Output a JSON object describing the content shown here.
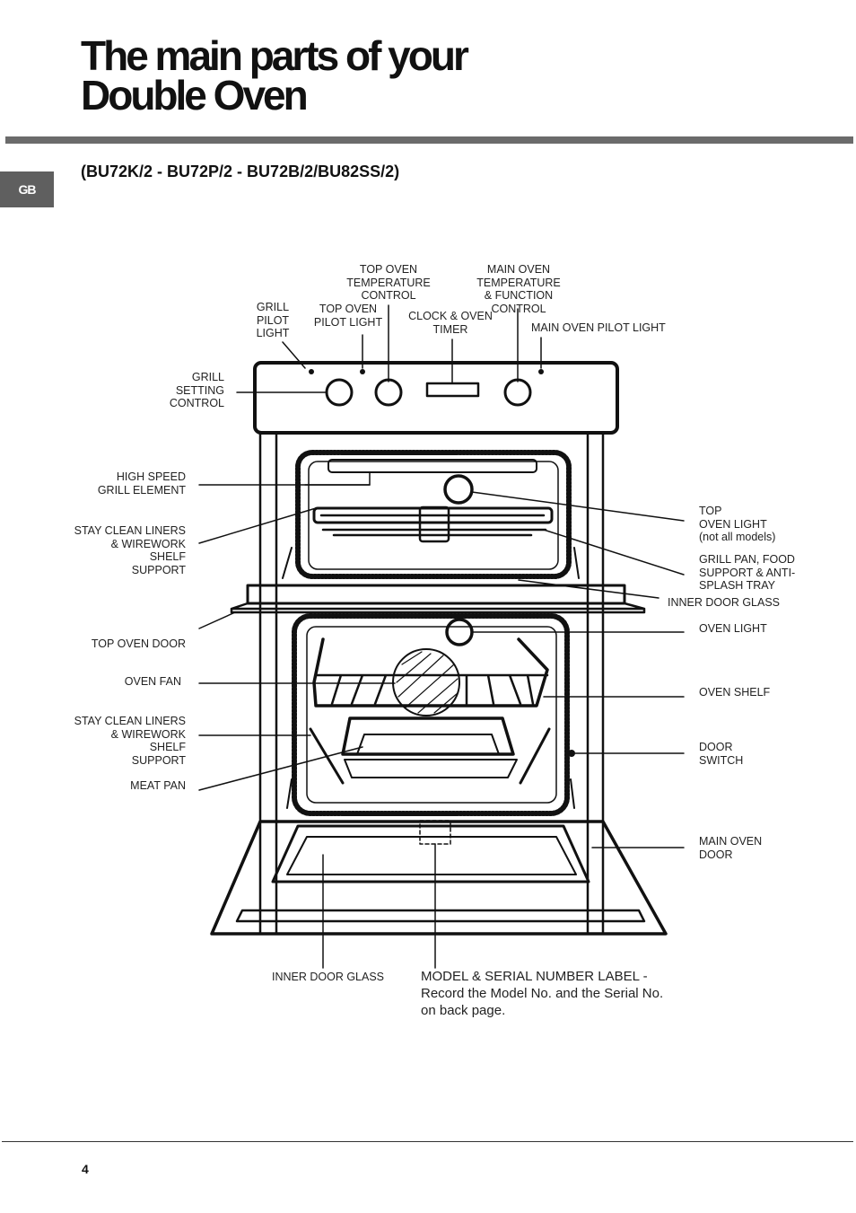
{
  "header": {
    "title_line1": "The main parts of your",
    "title_line2": "Double Oven",
    "language_tab": "GB",
    "models": "(BU72K/2 - BU72P/2 - BU72B/2/BU82SS/2)"
  },
  "labels": {
    "grill_pilot_light": "GRILL\nPILOT\nLIGHT",
    "top_oven_pilot_light": "TOP OVEN\nPILOT LIGHT",
    "top_oven_temperature_control": "TOP OVEN\nTEMPERATURE\nCONTROL",
    "clock_oven_timer": "CLOCK & OVEN\nTIMER",
    "main_oven_temperature_control": "MAIN OVEN\nTEMPERATURE\n& FUNCTION CONTROL",
    "main_oven_pilot_light": "MAIN OVEN PILOT LIGHT",
    "grill_setting_control": "GRILL\nSETTING\nCONTROL",
    "high_speed_grill_element": "HIGH SPEED\nGRILL ELEMENT",
    "stay_clean_liners_top": "STAY CLEAN LINERS\n& WIREWORK SHELF\nSUPPORT",
    "top_oven_door": "TOP OVEN DOOR",
    "oven_fan": "OVEN FAN",
    "stay_clean_liners_main": "STAY CLEAN LINERS\n& WIREWORK SHELF\nSUPPORT",
    "meat_pan": "MEAT PAN",
    "top_oven_light": "TOP\nOVEN LIGHT\n(not all models)",
    "grill_pan": "GRILL PAN, FOOD\nSUPPORT & ANTI-\nSPLASH TRAY",
    "inner_door_glass_top": "INNER DOOR GLASS",
    "oven_light": "OVEN LIGHT",
    "oven_shelf": "OVEN SHELF",
    "door_switch": "DOOR\nSWITCH",
    "main_oven_door": "MAIN OVEN\nDOOR",
    "inner_door_glass_bottom": "INNER DOOR GLASS"
  },
  "model_label": {
    "line1": "MODEL & SERIAL NUMBER LABEL -",
    "line2": "Record the Model No. and the Serial No.",
    "line3": "on back page."
  },
  "footer": {
    "page_number": "4"
  }
}
